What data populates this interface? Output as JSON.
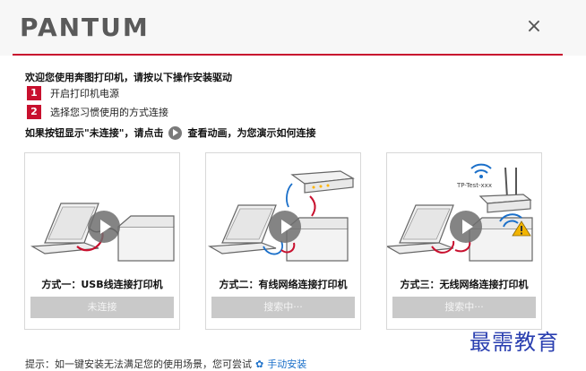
{
  "brand": {
    "logo_text": "PANTUM"
  },
  "window": {
    "close_glyph": "×"
  },
  "intro_text": "欢迎您使用奔图打印机，请按以下操作安装驱动",
  "steps": [
    {
      "num": "1",
      "text": "开启打印机电源"
    },
    {
      "num": "2",
      "text": "选择您习惯使用的方式连接"
    }
  ],
  "hint": {
    "before": "如果按钮显示\"未连接\"，请点击",
    "after": "查看动画，为您演示如何连接"
  },
  "methods": [
    {
      "label": "方式一：USB线连接打印机",
      "button": "未连接"
    },
    {
      "label": "方式二：有线网络连接打印机",
      "button": "搜索中···"
    },
    {
      "label": "方式三：无线网络连接打印机",
      "button": "搜索中···",
      "ssid": "TP-Test-xxx"
    }
  ],
  "footer": {
    "text": "提示：如一键安装无法满足您的使用场景，您可尝试",
    "link": "手动安装"
  },
  "watermark": "最需教育",
  "colors": {
    "accent": "#c8102e",
    "link": "#1a6fc9",
    "button_disabled": "#c9c9c9"
  },
  "icons": [
    "close-icon",
    "play-icon",
    "gear-icon",
    "wifi-icon",
    "warning-icon"
  ]
}
